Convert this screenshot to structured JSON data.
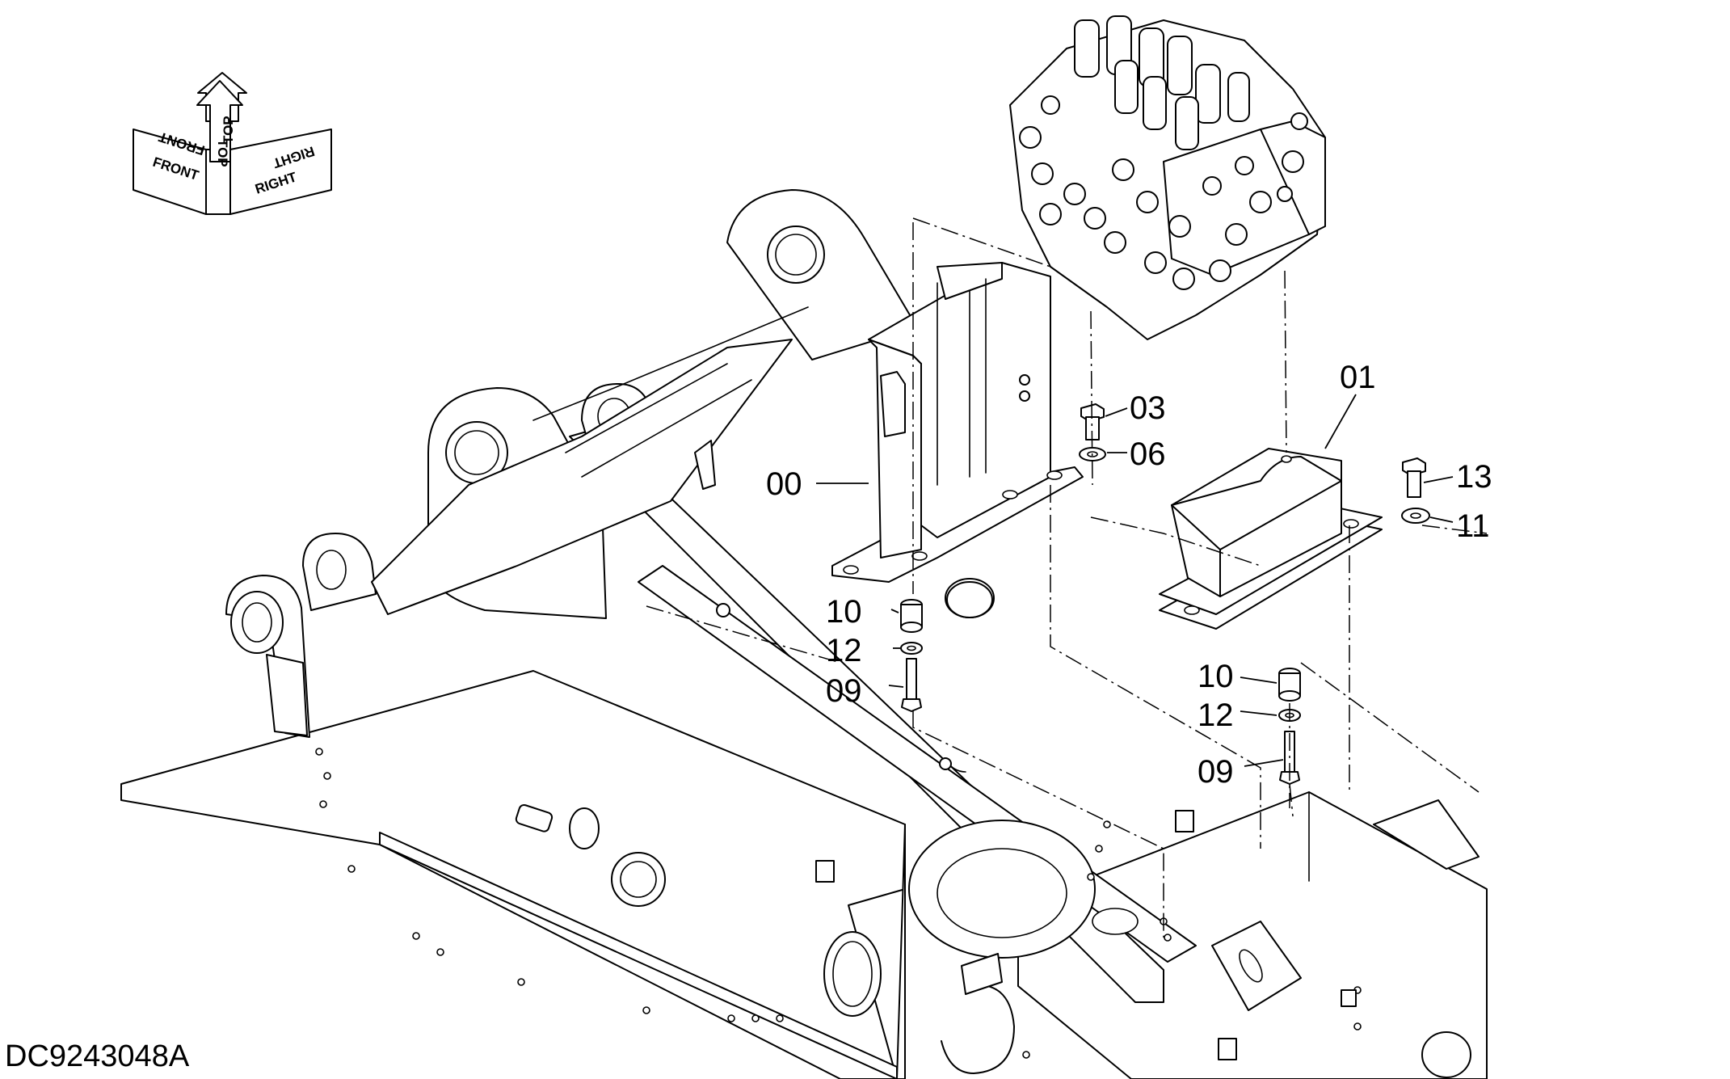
{
  "orientation": {
    "front": "FRONT",
    "top": "TOP",
    "right": "RIGHT"
  },
  "callouts": {
    "c00": "00",
    "c01": "01",
    "c03": "03",
    "c06": "06",
    "c13": "13",
    "c11": "11",
    "c10a": "10",
    "c12a": "12",
    "c09a": "09",
    "c10b": "10",
    "c12b": "12",
    "c09b": "09"
  },
  "drawing_code": "DC9243048A"
}
